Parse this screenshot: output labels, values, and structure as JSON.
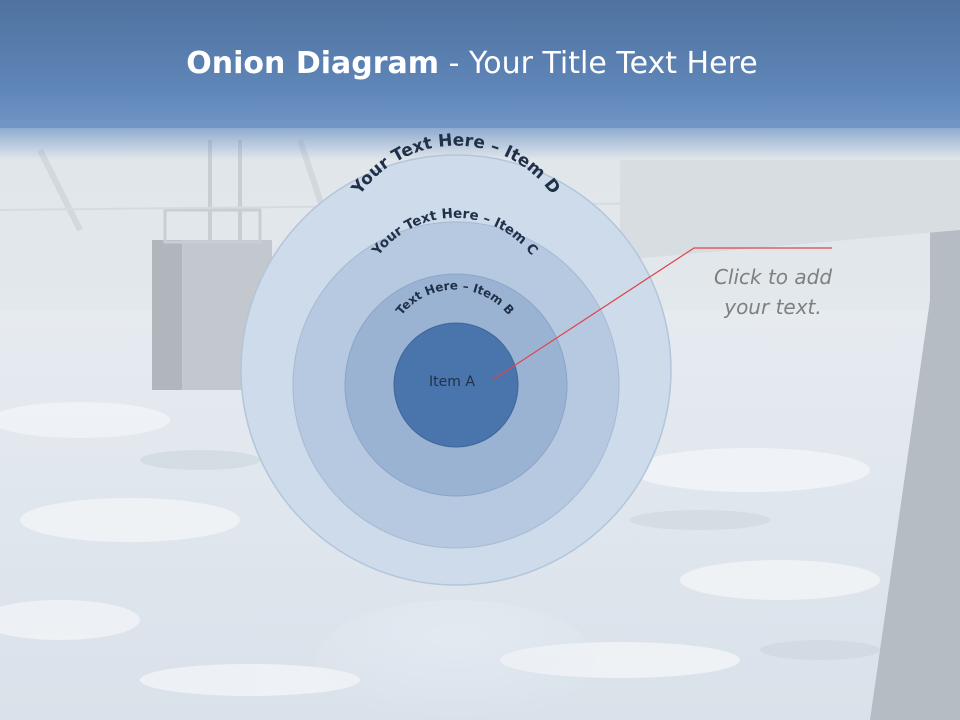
{
  "slide": {
    "title_bold": "Onion Diagram",
    "title_rest": " - Your Title Text Here"
  },
  "diagram": {
    "layers": [
      {
        "label": "Item A",
        "color": "#4a74ac"
      },
      {
        "label": "Text Here – Item B",
        "color": "#9bb3d3"
      },
      {
        "label": "Your Text Here – Item C",
        "color": "#b7c9e0"
      },
      {
        "label": "Your Text Here – Item D",
        "color": "#cddbea"
      }
    ],
    "callout_text": "Click  to add your text.",
    "callout_line_color": "#e0444a"
  },
  "colors": {
    "header": "#5f86b8",
    "title_text": "#ffffff",
    "callout_text": "#7f7f7f"
  }
}
